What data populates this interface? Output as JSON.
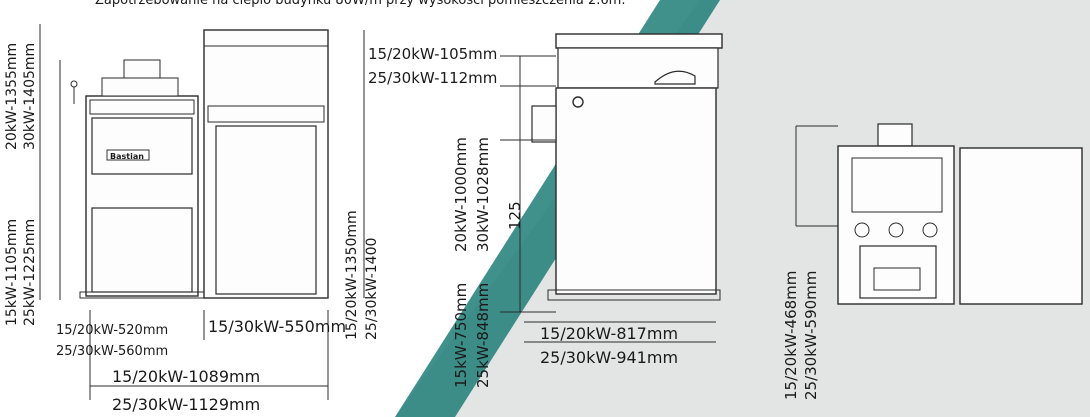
{
  "header_text": "Zapotrzebowanie na ciepło budynku 80W/m przy wysokości pomieszczenia 2.6m.",
  "brand": "Bastian",
  "front_view": {
    "height_a": "15kW-1105mm",
    "height_b": "25kW-1225mm",
    "height_c": "20kW-1355mm",
    "height_d": "30kW-1405mm",
    "boiler_width_a": "15/20kW-520mm",
    "boiler_width_b": "25/30kW-560mm",
    "hopper_width": "15/30kW-550mm",
    "total_width_a": "15/20kW-1089mm",
    "total_width_b": "25/30kW-1129mm",
    "hopper_height_a": "15/20kW-1350mm",
    "hopper_height_b": "25/30kW-1400"
  },
  "side_view": {
    "top_a": "15/20kW-105mm",
    "top_b": "25/30kW-112mm",
    "flue_a": "15kW-750mm",
    "flue_b": "25kW-848mm",
    "flue_c": "20kW-1000mm",
    "flue_d": "30kW-1028mm",
    "offset": "125",
    "depth_a": "15/20kW-817mm",
    "depth_b": "25/30kW-941mm"
  },
  "back_view": {
    "height_a": "15/20kW-468mm",
    "height_b": "25/30kW-590mm"
  },
  "colors": {
    "teal_band": "#1f7d78",
    "grey_band": "#e3e4e4",
    "line": "#2b2b2b"
  }
}
